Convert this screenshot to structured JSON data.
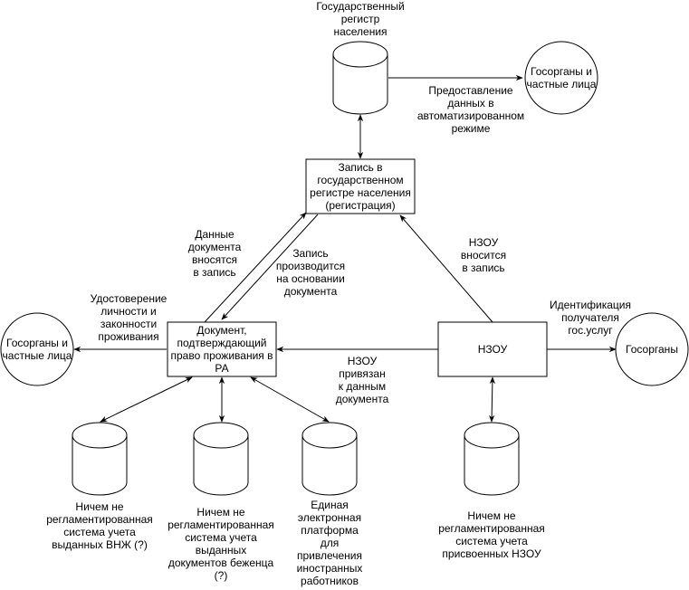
{
  "diagram": {
    "colors": {
      "stroke": "#000000",
      "fill": "#ffffff",
      "text": "#000000"
    },
    "nodes": {
      "population_register_db": {
        "label": "Государственный\nрегистр\nнаселения",
        "shape": "cylinder"
      },
      "gov_private_top": {
        "label": "Госорганы и\nчастные лица",
        "shape": "circle"
      },
      "register_record": {
        "label": "Запись в\nгосударственном\nрегистре населения\n(регистрация)",
        "shape": "rectangle"
      },
      "residence_document": {
        "label": "Документ,\nподтверждающий\nправо проживания в\nРА",
        "shape": "rectangle"
      },
      "nzou": {
        "label": "НЗОУ",
        "shape": "rectangle"
      },
      "gov_private_left": {
        "label": "Госорганы и\nчастные лица",
        "shape": "circle"
      },
      "gov_right": {
        "label": "Госорганы",
        "shape": "circle"
      },
      "vnzh_db": {
        "label": "Ничем не\nрегламентированная\nсистема учета\nвыданных ВНЖ (?)",
        "shape": "cylinder"
      },
      "refugee_db": {
        "label": "Ничем не\nрегламентированная\nсистема учета\nвыданных\nдокументов беженца\n(?)",
        "shape": "cylinder"
      },
      "foreign_workers_db": {
        "label": "Единая\nэлектронная\nплатформа\nдля\nпривлечения\nиностранных\nработников",
        "shape": "cylinder"
      },
      "nzou_db": {
        "label": "Ничем не\nрегламентированная\nсистема учета\nприсвоенных НЗОУ",
        "shape": "cylinder"
      }
    },
    "edges": [
      {
        "from": "population_register_db",
        "to": "gov_private_top",
        "label": "Предоставление\nданных в\nавтоматизированном\nрежиме",
        "direction": "forward"
      },
      {
        "from": "population_register_db",
        "to": "register_record",
        "label": "",
        "direction": "both"
      },
      {
        "from": "residence_document",
        "to": "register_record",
        "label": "Данные\nдокумента\nвносятся\nв запись",
        "direction": "forward"
      },
      {
        "from": "register_record",
        "to": "residence_document",
        "label": "Запись\nпроизводится\nна основании\nдокумента",
        "direction": "forward"
      },
      {
        "from": "nzou",
        "to": "register_record",
        "label": "НЗОУ\nвносится\nв запись",
        "direction": "forward"
      },
      {
        "from": "residence_document",
        "to": "gov_private_left",
        "label": "Удостоверение\nличности и\nзаконности\nпроживания",
        "direction": "forward"
      },
      {
        "from": "nzou",
        "to": "residence_document",
        "label": "НЗОУ\nпривязан\nк данным\nдокумента",
        "direction": "forward"
      },
      {
        "from": "nzou",
        "to": "gov_right",
        "label": "Идентификация\nполучателя\nгос.услуг",
        "direction": "forward"
      },
      {
        "from": "residence_document",
        "to": "vnzh_db",
        "label": "",
        "direction": "both"
      },
      {
        "from": "residence_document",
        "to": "refugee_db",
        "label": "",
        "direction": "both"
      },
      {
        "from": "residence_document",
        "to": "foreign_workers_db",
        "label": "",
        "direction": "both"
      },
      {
        "from": "nzou",
        "to": "nzou_db",
        "label": "",
        "direction": "both"
      }
    ]
  }
}
